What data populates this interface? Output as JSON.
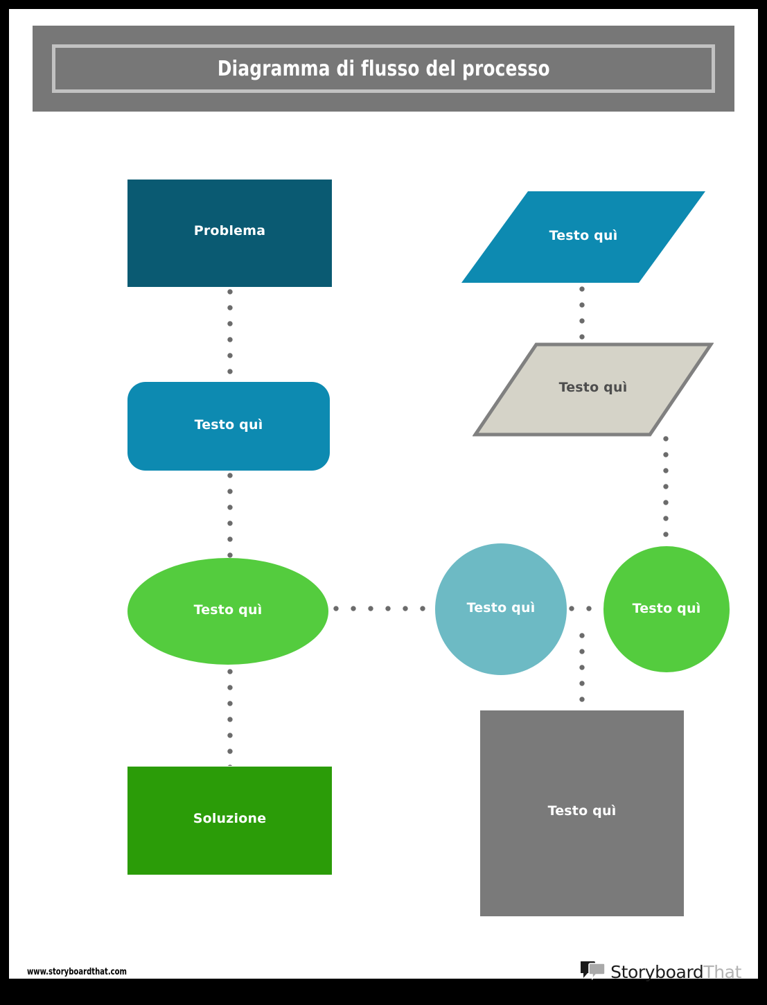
{
  "document": {
    "title": "Diagramma di flusso del processo",
    "frame_color": "#000000",
    "page_color": "#ffffff"
  },
  "banner": {
    "title": "Diagramma di flusso del processo",
    "background": "#777777",
    "inner_border": "#c2c2c2",
    "text_color": "#ffffff"
  },
  "diagram": {
    "type": "flowchart",
    "nodes": [
      {
        "id": "problema",
        "label": "Problema",
        "shape": "rectangle",
        "color": "#0a5a72",
        "text_color": "#ffffff",
        "column": "left"
      },
      {
        "id": "left-rounded",
        "label": "Testo quì",
        "shape": "rounded-rectangle",
        "color": "#0d8ab1",
        "text_color": "#ffffff",
        "column": "left"
      },
      {
        "id": "left-ellipse",
        "label": "Testo quì",
        "shape": "ellipse",
        "color": "#54cc3e",
        "text_color": "#ffffff",
        "column": "left"
      },
      {
        "id": "soluzione",
        "label": "Soluzione",
        "shape": "rectangle",
        "color": "#2b9c08",
        "text_color": "#ffffff",
        "column": "left"
      },
      {
        "id": "right-parallelogram-teal",
        "label": "Testo quì",
        "shape": "parallelogram",
        "color": "#0d8ab1",
        "text_color": "#ffffff",
        "column": "right"
      },
      {
        "id": "right-parallelogram-gray",
        "label": "Testo quì",
        "shape": "parallelogram",
        "color": "#d5d3c8",
        "border_color": "#808080",
        "text_color": "#4d4d4d",
        "column": "right"
      },
      {
        "id": "middle-circle",
        "label": "Testo quì",
        "shape": "circle",
        "color": "#6dbac4",
        "text_color": "#ffffff",
        "column": "middle"
      },
      {
        "id": "right-circle",
        "label": "Testo quì",
        "shape": "circle",
        "color": "#54cc3e",
        "text_color": "#ffffff",
        "column": "right"
      },
      {
        "id": "bottom-square",
        "label": "Testo quì",
        "shape": "square",
        "color": "#7a7a7a",
        "text_color": "#ffffff",
        "column": "right"
      }
    ],
    "connectors": [
      {
        "id": "problema-to-left-rounded",
        "from": "problema",
        "to": "left-rounded",
        "style": "dotted",
        "orientation": "vertical",
        "color": "#6b6b6b"
      },
      {
        "id": "left-rounded-to-left-ellipse",
        "from": "left-rounded",
        "to": "left-ellipse",
        "style": "dotted",
        "orientation": "vertical",
        "color": "#6b6b6b"
      },
      {
        "id": "left-ellipse-to-soluzione",
        "from": "left-ellipse",
        "to": "soluzione",
        "style": "dotted",
        "orientation": "vertical",
        "color": "#6b6b6b"
      },
      {
        "id": "left-ellipse-to-middle-circle",
        "from": "left-ellipse",
        "to": "middle-circle",
        "style": "dotted",
        "orientation": "horizontal",
        "color": "#6b6b6b"
      },
      {
        "id": "teal-para-to-gray-para",
        "from": "right-parallelogram-teal",
        "to": "right-parallelogram-gray",
        "style": "dotted",
        "orientation": "vertical",
        "color": "#6b6b6b"
      },
      {
        "id": "gray-para-to-right-circle",
        "from": "right-parallelogram-gray",
        "to": "right-circle",
        "style": "dotted",
        "orientation": "vertical",
        "color": "#6b6b6b"
      },
      {
        "id": "middle-circle-to-right-circle",
        "from": "middle-circle",
        "to": "right-circle",
        "style": "dotted",
        "orientation": "horizontal",
        "color": "#6b6b6b"
      },
      {
        "id": "middle-circle-to-bottom-square",
        "from": "middle-circle",
        "to": "bottom-square",
        "style": "dotted",
        "orientation": "vertical",
        "color": "#6b6b6b"
      }
    ]
  },
  "footer": {
    "url": "www.storyboardthat.com",
    "logo": {
      "word_primary": "Storyboard",
      "word_secondary": "That",
      "primary_color": "#1b1b1b",
      "secondary_color": "#b3b3b3"
    }
  }
}
